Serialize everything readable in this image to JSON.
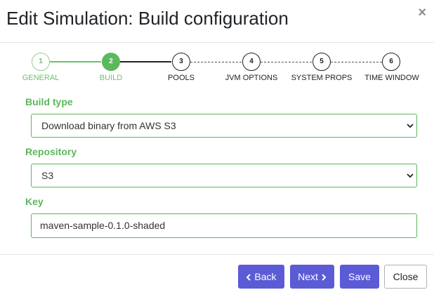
{
  "header": {
    "title": "Edit Simulation: Build configuration",
    "close_symbol": "×"
  },
  "stepper": {
    "steps": [
      {
        "number": "1",
        "label": "GENERAL",
        "state": "done"
      },
      {
        "number": "2",
        "label": "BUILD",
        "state": "active"
      },
      {
        "number": "3",
        "label": "POOLS",
        "state": "todo"
      },
      {
        "number": "4",
        "label": "JVM OPTIONS",
        "state": "todo"
      },
      {
        "number": "5",
        "label": "SYSTEM PROPS",
        "state": "todo"
      },
      {
        "number": "6",
        "label": "TIME WINDOW",
        "state": "todo"
      }
    ]
  },
  "form": {
    "build_type": {
      "label": "Build type",
      "value": "Download binary from AWS S3"
    },
    "repository": {
      "label": "Repository",
      "value": "S3"
    },
    "key": {
      "label": "Key",
      "value": "maven-sample-0.1.0-shaded"
    }
  },
  "footer": {
    "back_label": "Back",
    "next_label": "Next",
    "save_label": "Save",
    "close_label": "Close"
  },
  "colors": {
    "accent_green": "#5cb85c",
    "primary_purple": "#5b5bd6"
  },
  "icons": {
    "back": "chevron-left-icon",
    "next": "chevron-right-icon",
    "select": "chevron-down-icon"
  }
}
